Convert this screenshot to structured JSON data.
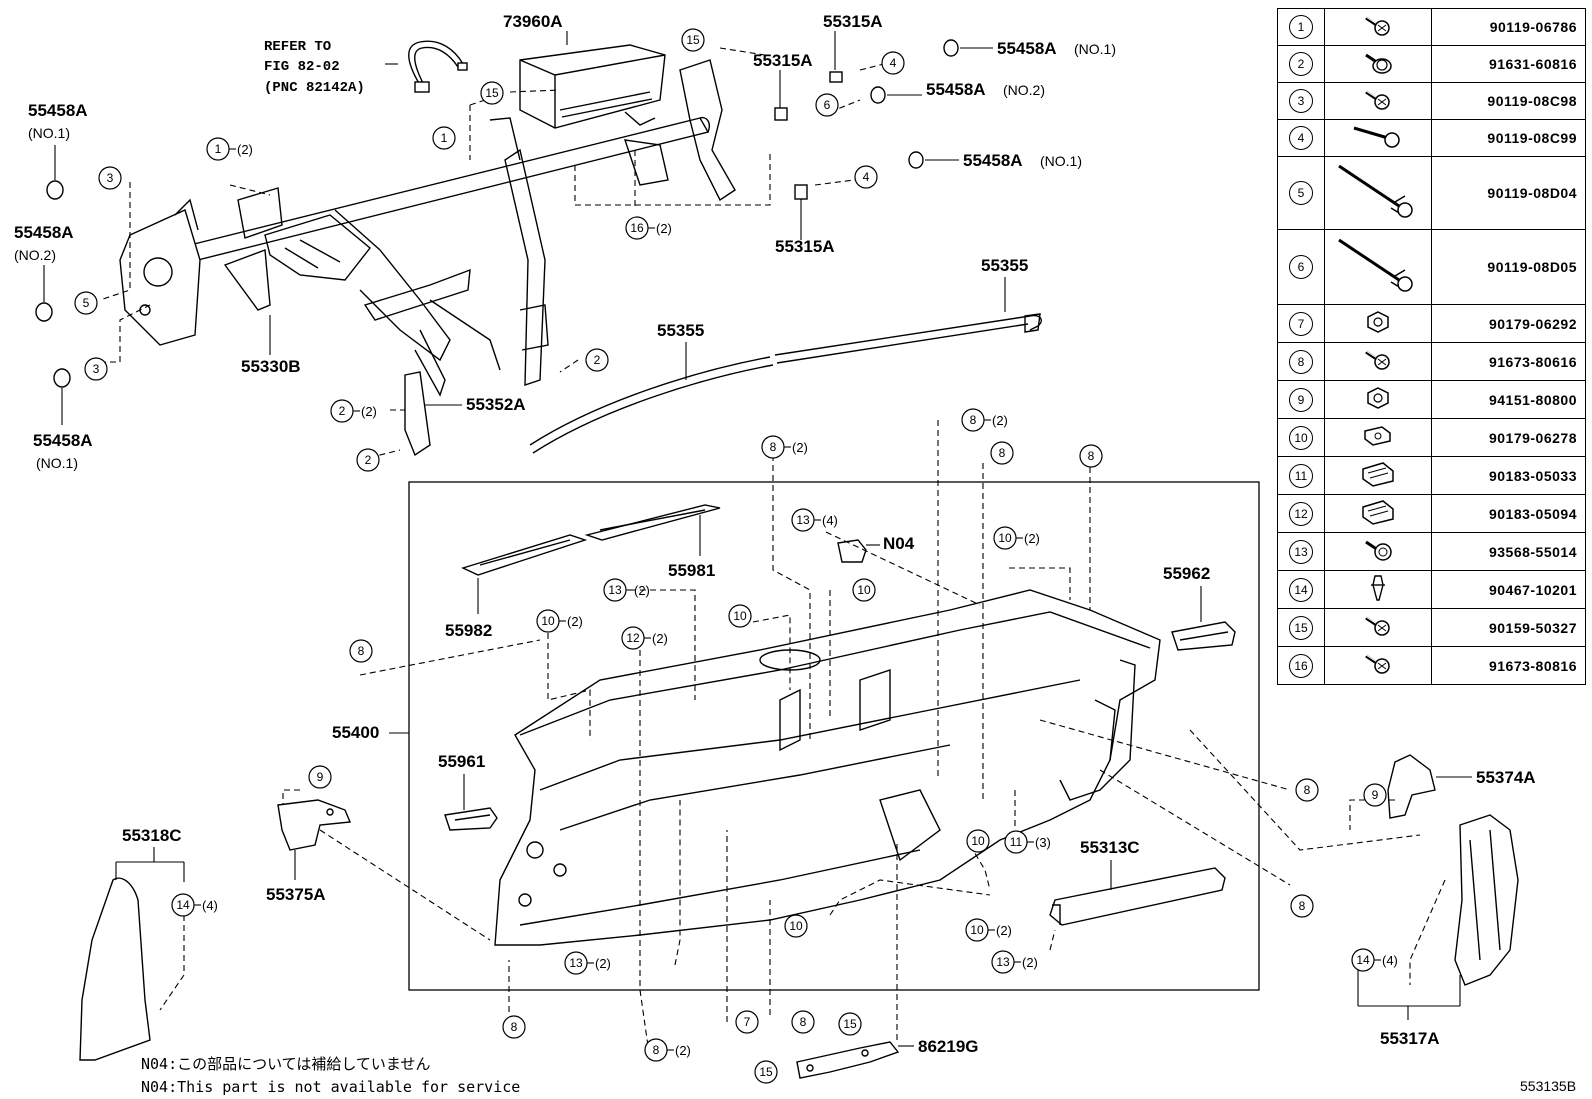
{
  "figure_id": "553135B",
  "refer_note": {
    "line1": "REFER TO",
    "line2": "FIG 82-02",
    "line3": "(PNC 82142A)"
  },
  "part_labels": {
    "p73960A": "73960A",
    "p55315A_top": "55315A",
    "p55315A_mid": "55315A",
    "p55315A_low": "55315A",
    "p55458A_no1_top": "55458A",
    "p55458A_no1_top_sub": "(NO.1)",
    "p55458A_no2_top": "55458A",
    "p55458A_no2_top_sub": "(NO.2)",
    "p55458A_no1_mid": "55458A",
    "p55458A_no1_mid_sub": "(NO.1)",
    "p55458A_left1": "55458A",
    "p55458A_left1_sub": "(NO.1)",
    "p55458A_left2": "55458A",
    "p55458A_left2_sub": "(NO.2)",
    "p55458A_left3": "55458A",
    "p55458A_left3_sub": "(NO.1)",
    "p55330B": "55330B",
    "p55352A": "55352A",
    "p55355_a": "55355",
    "p55355_b": "55355",
    "pN04": "N04",
    "p55981": "55981",
    "p55982": "55982",
    "p55962": "55962",
    "p55400": "55400",
    "p55961": "55961",
    "p55375A": "55375A",
    "p55318C": "55318C",
    "p55374A": "55374A",
    "p55313C": "55313C",
    "p55317A": "55317A",
    "p86219G": "86219G"
  },
  "notes": {
    "ja": "N04:この部品については補給していません",
    "en": "N04:This part is not available for service"
  },
  "fasteners": [
    {
      "num": "1",
      "pnc": "90119-06786",
      "icon": "bolt-icon"
    },
    {
      "num": "2",
      "pnc": "91631-60816",
      "icon": "flange-bolt-icon"
    },
    {
      "num": "3",
      "pnc": "90119-08C98",
      "icon": "bolt-icon"
    },
    {
      "num": "4",
      "pnc": "90119-08C99",
      "icon": "long-bolt-icon"
    },
    {
      "num": "5",
      "pnc": "90119-08D04",
      "icon": "extra-long-bolt-icon"
    },
    {
      "num": "6",
      "pnc": "90119-08D05",
      "icon": "extra-long-bolt-icon"
    },
    {
      "num": "7",
      "pnc": "90179-06292",
      "icon": "nut-icon"
    },
    {
      "num": "8",
      "pnc": "91673-80616",
      "icon": "bolt-icon"
    },
    {
      "num": "9",
      "pnc": "94151-80800",
      "icon": "nut-icon"
    },
    {
      "num": "10",
      "pnc": "90179-06278",
      "icon": "clip-nut-icon"
    },
    {
      "num": "11",
      "pnc": "90183-05033",
      "icon": "clip-icon"
    },
    {
      "num": "12",
      "pnc": "90183-05094",
      "icon": "clip-icon"
    },
    {
      "num": "13",
      "pnc": "93568-55014",
      "icon": "screw-icon"
    },
    {
      "num": "14",
      "pnc": "90467-10201",
      "icon": "push-clip-icon"
    },
    {
      "num": "15",
      "pnc": "90159-50327",
      "icon": "bolt-icon"
    },
    {
      "num": "16",
      "pnc": "91673-80816",
      "icon": "bolt-icon"
    }
  ],
  "callouts": [
    {
      "n": "1",
      "q": "(2)"
    },
    {
      "n": "1",
      "q": ""
    },
    {
      "n": "3",
      "q": ""
    },
    {
      "n": "5",
      "q": ""
    },
    {
      "n": "3",
      "q": ""
    },
    {
      "n": "15",
      "q": ""
    },
    {
      "n": "15",
      "q": ""
    },
    {
      "n": "4",
      "q": ""
    },
    {
      "n": "6",
      "q": ""
    },
    {
      "n": "4",
      "q": ""
    },
    {
      "n": "16",
      "q": "(2)"
    },
    {
      "n": "2",
      "q": ""
    },
    {
      "n": "2",
      "q": "(2)"
    },
    {
      "n": "2",
      "q": ""
    },
    {
      "n": "8",
      "q": "(2)"
    },
    {
      "n": "8",
      "q": "(2)"
    },
    {
      "n": "8",
      "q": ""
    },
    {
      "n": "8",
      "q": ""
    },
    {
      "n": "13",
      "q": "(4)"
    },
    {
      "n": "10",
      "q": "(2)"
    },
    {
      "n": "13",
      "q": "(2)"
    },
    {
      "n": "10",
      "q": ""
    },
    {
      "n": "10",
      "q": ""
    },
    {
      "n": "10",
      "q": "(2)"
    },
    {
      "n": "12",
      "q": "(2)"
    },
    {
      "n": "8",
      "q": ""
    },
    {
      "n": "9",
      "q": ""
    },
    {
      "n": "14",
      "q": "(4)"
    },
    {
      "n": "10",
      "q": ""
    },
    {
      "n": "11",
      "q": "(3)"
    },
    {
      "n": "10",
      "q": ""
    },
    {
      "n": "10",
      "q": "(2)"
    },
    {
      "n": "13",
      "q": "(2)"
    },
    {
      "n": "13",
      "q": "(2)"
    },
    {
      "n": "8",
      "q": ""
    },
    {
      "n": "7",
      "q": ""
    },
    {
      "n": "8",
      "q": ""
    },
    {
      "n": "8",
      "q": "(2)"
    },
    {
      "n": "15",
      "q": ""
    },
    {
      "n": "15",
      "q": ""
    },
    {
      "n": "8",
      "q": ""
    },
    {
      "n": "8",
      "q": ""
    },
    {
      "n": "9",
      "q": ""
    },
    {
      "n": "14",
      "q": "(4)"
    }
  ]
}
